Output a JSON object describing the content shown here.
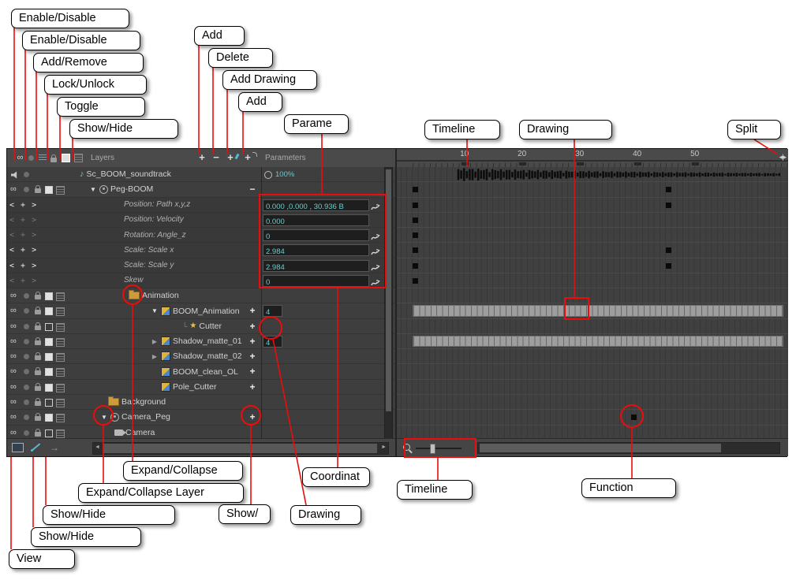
{
  "callouts": {
    "enable_disable_1": "Enable/Disable",
    "enable_disable_2": "Enable/Disable",
    "add_remove": "Add/Remove",
    "lock_unlock": "Lock/Unlock",
    "toggle": "Toggle",
    "show_hide_top": "Show/Hide",
    "add_1": "Add",
    "delete": "Delete",
    "add_drawing": "Add Drawing",
    "add_2": "Add",
    "parameters": "Parame",
    "timeline_top": "Timeline",
    "drawing_top": "Drawing",
    "split": "Split",
    "expand_collapse": "Expand/Collapse",
    "expand_collapse_layer": "Expand/Collapse Layer",
    "show_hide_1": "Show/Hide",
    "show_hide_2": "Show/Hide",
    "view": "View",
    "show_partial": "Show/",
    "drawing_bottom": "Drawing",
    "coordinates": "Coordinat",
    "timeline_bottom": "Timeline",
    "function": "Function"
  },
  "icons": {
    "enable": "∞",
    "plus": "+",
    "minus": "−",
    "arrow": "→",
    "split": "◂|▸",
    "nav": "< + >",
    "tri_open": "▼",
    "tri_closed": "▶",
    "note": "♪",
    "star": "★",
    "conn": "└",
    "left_arrow": "◄",
    "right_arrow": "►"
  },
  "panel": {
    "layers_header": "Layers",
    "parameters_header": "Parameters",
    "ruler": [
      "10",
      "20",
      "30",
      "40",
      "50"
    ],
    "rows": [
      {
        "type": "sound",
        "name": "Sc_BOOM_soundtrack",
        "pad": 92,
        "value": "100%",
        "track": "waveform"
      },
      {
        "type": "peg",
        "name": "Peg-BOOM",
        "pad": 104,
        "expand": "open",
        "minus": true,
        "checked": true,
        "track": "keys",
        "keys": [
          1,
          45
        ]
      },
      {
        "type": "param",
        "name": "Position: Path x,y,z",
        "pad": 148,
        "value": "0.000 ,0.000 , 30.936 B",
        "nav": "bright",
        "fn": true,
        "track": "keys",
        "keys": [
          1,
          45
        ]
      },
      {
        "type": "param",
        "name": "Position: Velocity",
        "pad": 148,
        "value": "0.000",
        "nav": "dim",
        "fn": false,
        "track": "keys",
        "keys": [
          1
        ]
      },
      {
        "type": "param",
        "name": "Rotation: Angle_z",
        "pad": 148,
        "value": "0",
        "nav": "dim",
        "fn": true,
        "track": "keys",
        "keys": [
          1
        ]
      },
      {
        "type": "param",
        "name": "Scale: Scale x",
        "pad": 148,
        "value": "2.984",
        "nav": "bright",
        "fn": true,
        "track": "keys",
        "keys": [
          1,
          45
        ]
      },
      {
        "type": "param",
        "name": "Scale: Scale y",
        "pad": 148,
        "value": "2.984",
        "nav": "bright",
        "fn": true,
        "track": "keys",
        "keys": [
          1,
          45
        ]
      },
      {
        "type": "param",
        "name": "Skew",
        "pad": 148,
        "value": "0",
        "nav": "dim",
        "fn": true,
        "track": "keys",
        "keys": [
          1
        ]
      },
      {
        "type": "group",
        "name": "Animation",
        "pad": 154,
        "checked": true,
        "track": "empty"
      },
      {
        "type": "drawing",
        "name": "BOOM_Animation",
        "pad": 182,
        "expand": "open",
        "plus": true,
        "value": "4",
        "checked": true,
        "track": "exposure"
      },
      {
        "type": "cutter",
        "name": "Cutter",
        "pad": 222,
        "conn": true,
        "plus": true,
        "track": "empty"
      },
      {
        "type": "drawing",
        "name": "Shadow_matte_01",
        "pad": 182,
        "expand": "closed",
        "plus": true,
        "value": "4",
        "checked": true,
        "track": "exposure"
      },
      {
        "type": "drawing",
        "name": "Shadow_matte_02",
        "pad": 182,
        "expand": "closed",
        "plus": true,
        "checked": true,
        "track": "empty"
      },
      {
        "type": "drawing",
        "name": "BOOM_clean_OL",
        "pad": 182,
        "trisp": true,
        "plus": true,
        "checked": true,
        "track": "empty"
      },
      {
        "type": "drawing",
        "name": "Pole_Cutter",
        "pad": 182,
        "trisp": true,
        "plus": true,
        "checked": true,
        "track": "empty"
      },
      {
        "type": "group",
        "name": "Background",
        "pad": 128,
        "track": "empty"
      },
      {
        "type": "peg",
        "name": "Camera_Peg",
        "pad": 118,
        "expand": "open",
        "plus": true,
        "checked": true,
        "track": "keys",
        "keys": [
          39
        ]
      },
      {
        "type": "camera",
        "name": "Camera",
        "pad": 136,
        "track": "empty"
      }
    ]
  }
}
